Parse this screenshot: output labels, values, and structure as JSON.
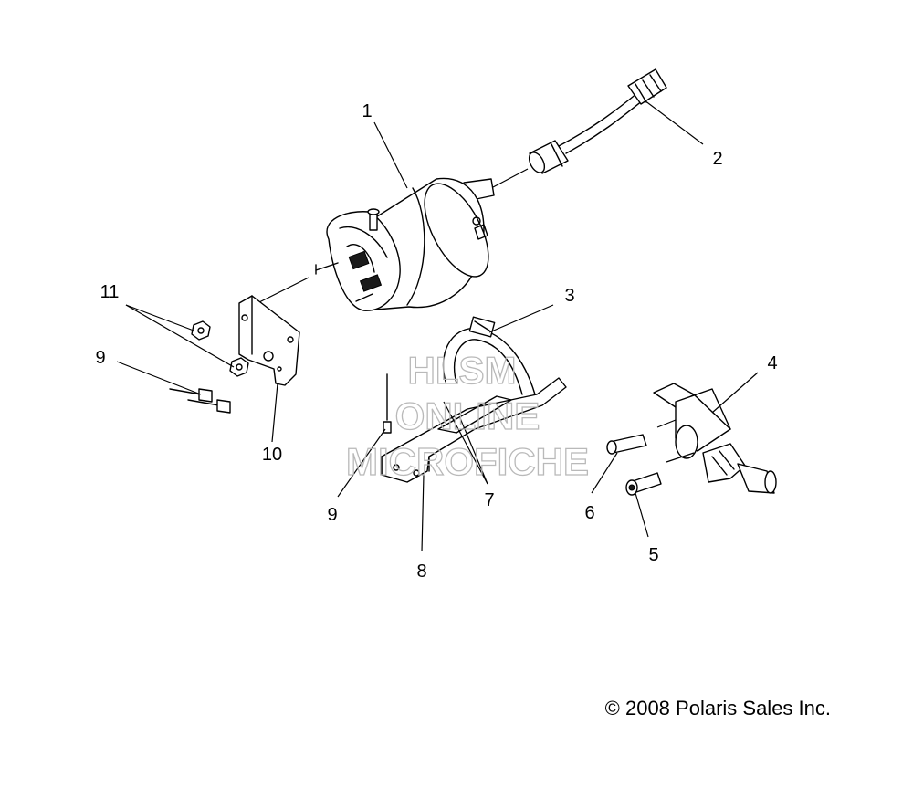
{
  "callouts": {
    "c1": "1",
    "c2": "2",
    "c3": "3",
    "c4": "4",
    "c5": "5",
    "c6": "6",
    "c7": "7",
    "c8": "8",
    "c9a": "9",
    "c9b": "9",
    "c10": "10",
    "c11": "11"
  },
  "watermark": {
    "line1": "HLSM",
    "line2": "ONLINE",
    "line3": "MICROFICHE"
  },
  "copyright": "© 2008 Polaris Sales Inc.",
  "colors": {
    "ink": "#000000",
    "watermark": "#b9b9b9",
    "background": "#ffffff"
  }
}
